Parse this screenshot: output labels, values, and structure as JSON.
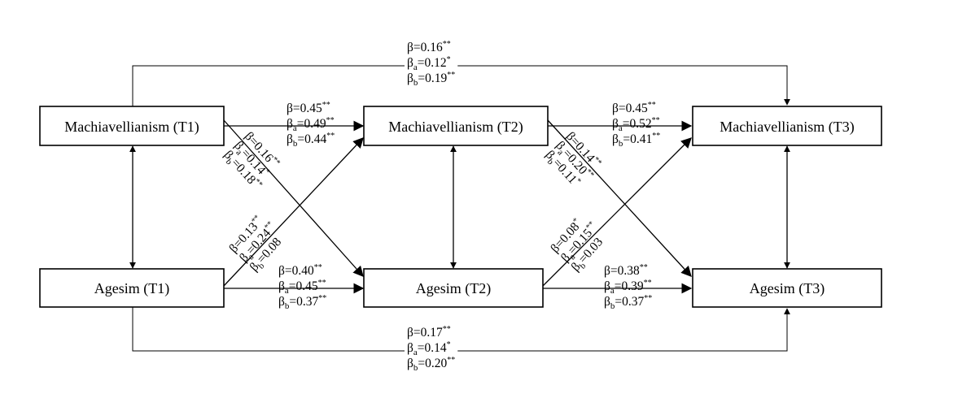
{
  "nodes": {
    "mach_t1": "Machiavellianism (T1)",
    "mach_t2": "Machiavellianism (T2)",
    "mach_t3": "Machiavellianism (T3)",
    "age_t1": "Agesim (T1)",
    "age_t2": "Agesim (T2)",
    "age_t3": "Agesim (T3)"
  },
  "paths": {
    "mach_t1_t3": [
      {
        "sub": "",
        "val": "=0.16",
        "sig": "**"
      },
      {
        "sub": "a",
        "val": "=0.12",
        "sig": "*"
      },
      {
        "sub": "b",
        "val": "=0.19",
        "sig": "**"
      }
    ],
    "mach_t1_t2": [
      {
        "sub": "",
        "val": "=0.45",
        "sig": "**"
      },
      {
        "sub": "a",
        "val": "=0.49",
        "sig": "**"
      },
      {
        "sub": "b",
        "val": "=0.44",
        "sig": "**"
      }
    ],
    "mach_t2_t3": [
      {
        "sub": "",
        "val": "=0.45",
        "sig": "**"
      },
      {
        "sub": "a",
        "val": "=0.52",
        "sig": "**"
      },
      {
        "sub": "b",
        "val": "=0.41",
        "sig": "**"
      }
    ],
    "mach_t1_age_t2": [
      {
        "sub": "",
        "val": "=0.16",
        "sig": "**"
      },
      {
        "sub": "a",
        "val": "=0.14",
        "sig": "*"
      },
      {
        "sub": "b",
        "val": "=0.18",
        "sig": "**"
      }
    ],
    "mach_t2_age_t3": [
      {
        "sub": "",
        "val": "=0.14",
        "sig": "**"
      },
      {
        "sub": "a",
        "val": "=0.20",
        "sig": "**"
      },
      {
        "sub": "b",
        "val": "=0.11",
        "sig": "*"
      }
    ],
    "age_t1_mach_t2": [
      {
        "sub": "",
        "val": "=0.13",
        "sig": "**"
      },
      {
        "sub": "a",
        "val": "=0.24",
        "sig": "**"
      },
      {
        "sub": "b",
        "val": "=0.08",
        "sig": ""
      }
    ],
    "age_t2_mach_t3": [
      {
        "sub": "",
        "val": "=0.08",
        "sig": "*"
      },
      {
        "sub": "a",
        "val": "=0.15",
        "sig": "**"
      },
      {
        "sub": "b",
        "val": "=0.03",
        "sig": ""
      }
    ],
    "age_t1_t2": [
      {
        "sub": "",
        "val": "=0.40",
        "sig": "**"
      },
      {
        "sub": "a",
        "val": "=0.45",
        "sig": "**"
      },
      {
        "sub": "b",
        "val": "=0.37",
        "sig": "**"
      }
    ],
    "age_t2_t3": [
      {
        "sub": "",
        "val": "=0.38",
        "sig": "**"
      },
      {
        "sub": "a",
        "val": "=0.39",
        "sig": "**"
      },
      {
        "sub": "b",
        "val": "=0.37",
        "sig": "**"
      }
    ],
    "age_t1_t3": [
      {
        "sub": "",
        "val": "=0.17",
        "sig": "**"
      },
      {
        "sub": "a",
        "val": "=0.14",
        "sig": "*"
      },
      {
        "sub": "b",
        "val": "=0.20",
        "sig": "**"
      }
    ]
  }
}
